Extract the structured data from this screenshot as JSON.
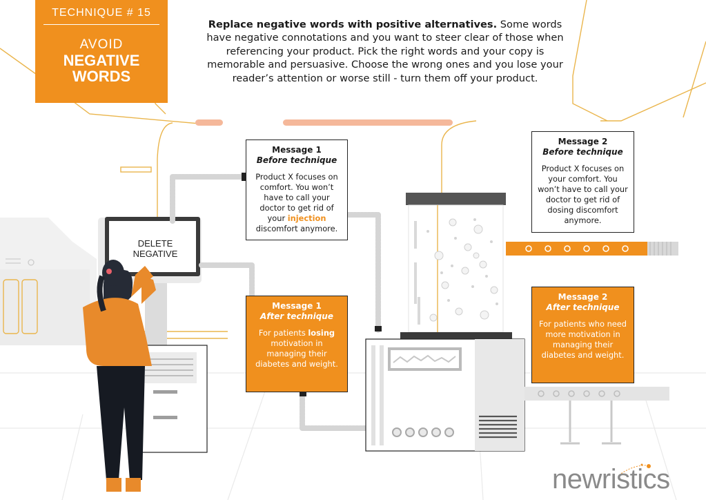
{
  "badge": {
    "technique": "TECHNIQUE # 15",
    "line1": "AVOID",
    "line2": "NEGATIVE",
    "line3": "WORDS"
  },
  "headline": {
    "bold": "Replace negative words with positive alternatives.",
    "body": " Some words have negative connotations and you want to steer clear of those when referencing your product. Pick the right words and your copy is memorable and persuasive. Choose the wrong ones and you lose your reader’s attention or worse still - turn them off your product."
  },
  "monitor": {
    "line1": "DELETE",
    "line2": "NEGATIVE"
  },
  "message1_before": {
    "title": "Message 1",
    "subtitle": "Before technique",
    "text_pre": "Product X focuses on comfort. You won’t have to call your doctor to get rid of your ",
    "highlight": "injection",
    "text_post": " discomfort anymore."
  },
  "message1_after": {
    "title": "Message 1",
    "subtitle": "After technique",
    "text_pre": "For patients ",
    "highlight": "losing",
    "text_post": " motivation in managing their diabetes and weight."
  },
  "message2_before": {
    "title": "Message 2",
    "subtitle": "Before technique",
    "text": "Product X focuses on your comfort. You won’t have to call your doctor to get rid of dosing discomfort anymore."
  },
  "message2_after": {
    "title": "Message 2",
    "subtitle": "After technique",
    "text": "For patients who need more motivation in managing their diabetes and weight."
  },
  "logo": {
    "text": "newristics"
  },
  "colors": {
    "accent": "#f0901e",
    "pale_accent": "#f5b89a",
    "line": "#e7b64a",
    "machine_gray": "#cfcfcf"
  }
}
